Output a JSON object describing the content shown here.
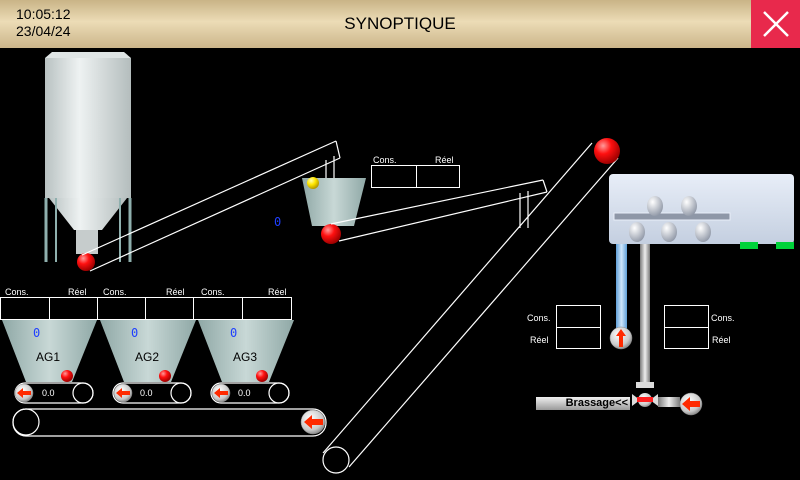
{
  "header": {
    "time": "10:05:12",
    "date": "23/04/24",
    "title": "SYNOPTIQUE"
  },
  "hopper_display": {
    "cons_label": "Cons.",
    "reel_label": "Réel",
    "value": "0"
  },
  "aggregates": [
    {
      "name": "AG1",
      "cons_label": "Cons.",
      "reel_label": "Réel",
      "value": "0",
      "speed": "0.0"
    },
    {
      "name": "AG2",
      "cons_label": "Cons.",
      "reel_label": "Réel",
      "value": "0",
      "speed": "0.0"
    },
    {
      "name": "AG3",
      "cons_label": "Cons.",
      "reel_label": "Réel",
      "value": "0",
      "speed": "0.0"
    }
  ],
  "mixer_panel": {
    "left_cons_label": "Cons.",
    "left_reel_label": "Réel",
    "right_cons_label": "Cons.",
    "right_reel_label": "Réel"
  },
  "brassage_label": "Brassage<<",
  "icons": {
    "close": "close-icon",
    "motor": "motor-direction-icon",
    "valve": "valve-icon"
  },
  "colors": {
    "header": "#e1cda4",
    "close": "#e8294c",
    "running_indicator": "#ff0000",
    "warning_indicator": "#ffe600",
    "value_text": "#1f3fff",
    "status_led": "#00d23a"
  }
}
